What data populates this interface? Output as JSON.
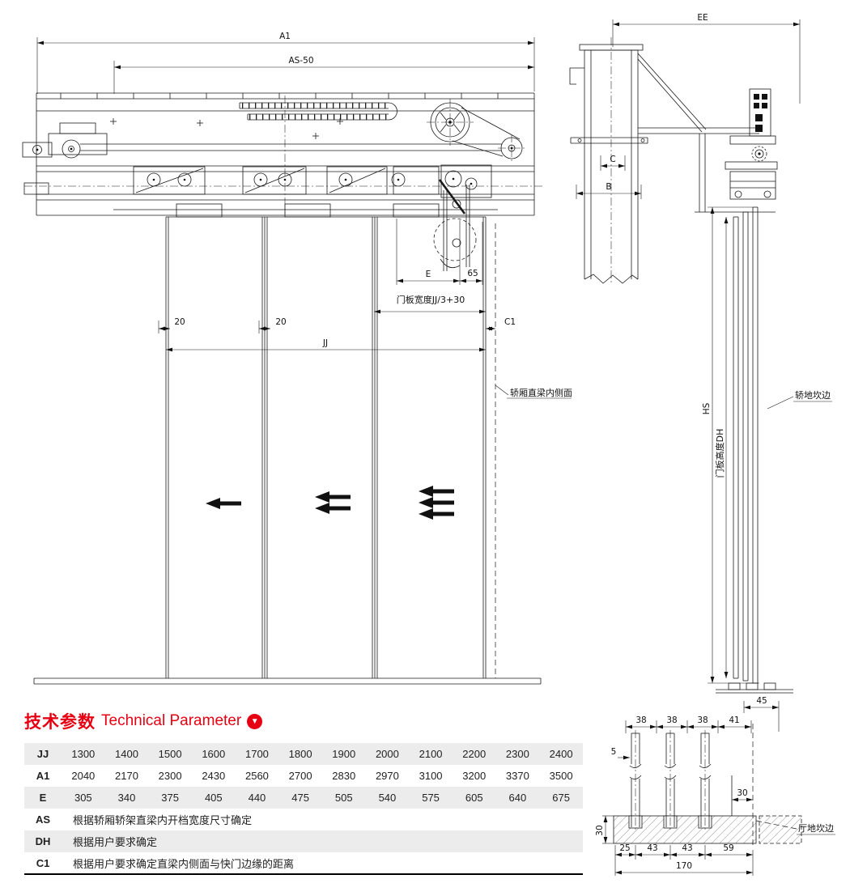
{
  "front_view": {
    "dim_a1": "A1",
    "dim_as_50": "AS-50",
    "dim_e": "E",
    "dim_65": "65",
    "door_panel_width_label": "门板宽度JJ/3+30",
    "dim_c1": "C1",
    "dim_overlap_left": "20",
    "dim_overlap_mid": "20",
    "dim_jj": "JJ",
    "car_upright_label": "轿厢直梁内侧面"
  },
  "side_view": {
    "dim_ee": "EE",
    "dim_c": "C",
    "dim_b": "B",
    "dim_hs": "HS",
    "door_panel_height_label": "门板高度DH",
    "car_sill_label": "轿地坎边"
  },
  "section_view": {
    "dim_45": "45",
    "dim_38_1": "38",
    "dim_38_2": "38",
    "dim_38_3": "38",
    "dim_41": "41",
    "dim_5": "5",
    "dim_30_horizontal": "30",
    "dim_30_vertical": "30",
    "dim_25": "25",
    "dim_43_1": "43",
    "dim_43_2": "43",
    "dim_59": "59",
    "dim_170": "170",
    "hall_sill_label": "厅地坎边"
  },
  "parameters": {
    "title_zh": "技术参数",
    "title_en": "Technical Parameter",
    "header_icon": "▼",
    "accent_color": "#e60012",
    "table_rows": [
      {
        "key": "JJ",
        "values": [
          "1300",
          "1400",
          "1500",
          "1600",
          "1700",
          "1800",
          "1900",
          "2000",
          "2100",
          "2200",
          "2300",
          "2400"
        ]
      },
      {
        "key": "A1",
        "values": [
          "2040",
          "2170",
          "2300",
          "2430",
          "2560",
          "2700",
          "2830",
          "2970",
          "3100",
          "3200",
          "3370",
          "3500"
        ]
      },
      {
        "key": "E",
        "values": [
          "305",
          "340",
          "375",
          "405",
          "440",
          "475",
          "505",
          "540",
          "575",
          "605",
          "640",
          "675"
        ]
      },
      {
        "key": "AS",
        "note": "根据轿厢轿架直梁内开档宽度尺寸确定"
      },
      {
        "key": "DH",
        "note": "根据用户要求确定"
      },
      {
        "key": "C1",
        "note": "根据用户要求确定直梁内侧面与快门边缘的距离"
      }
    ]
  }
}
